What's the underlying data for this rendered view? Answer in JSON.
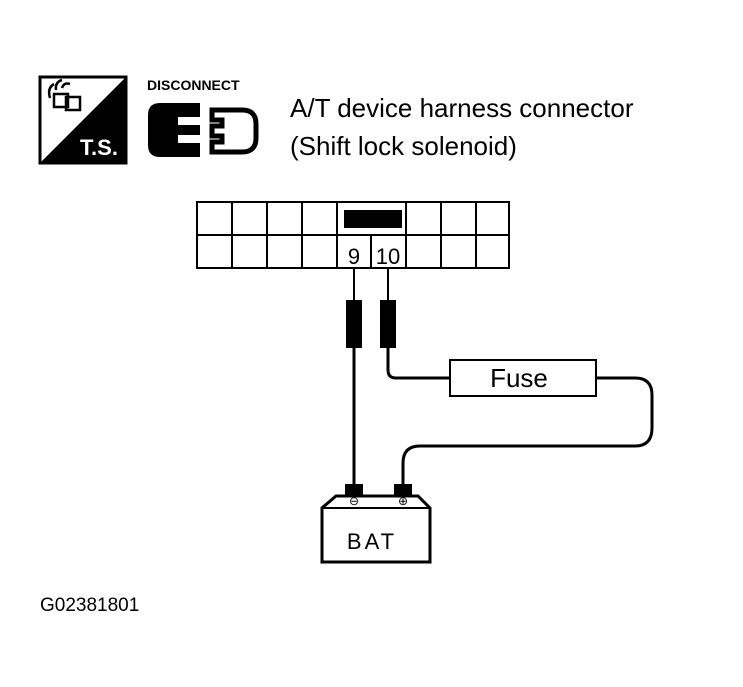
{
  "title": {
    "line1": "A/T device harness connector",
    "line2": "(Shift lock solenoid)"
  },
  "icons": {
    "ts_label": "T.S.",
    "disconnect_label": "DISCONNECT",
    "ts_icon": "troubleshooting-icon",
    "disconnect_icon": "disconnect-connector-icon"
  },
  "connector": {
    "pin_a": "9",
    "pin_b": "10"
  },
  "fuse_label": "Fuse",
  "battery": {
    "label": "BAT",
    "neg_terminal": "⊖",
    "pos_terminal": "⊕"
  },
  "figure_id": "G02381801"
}
